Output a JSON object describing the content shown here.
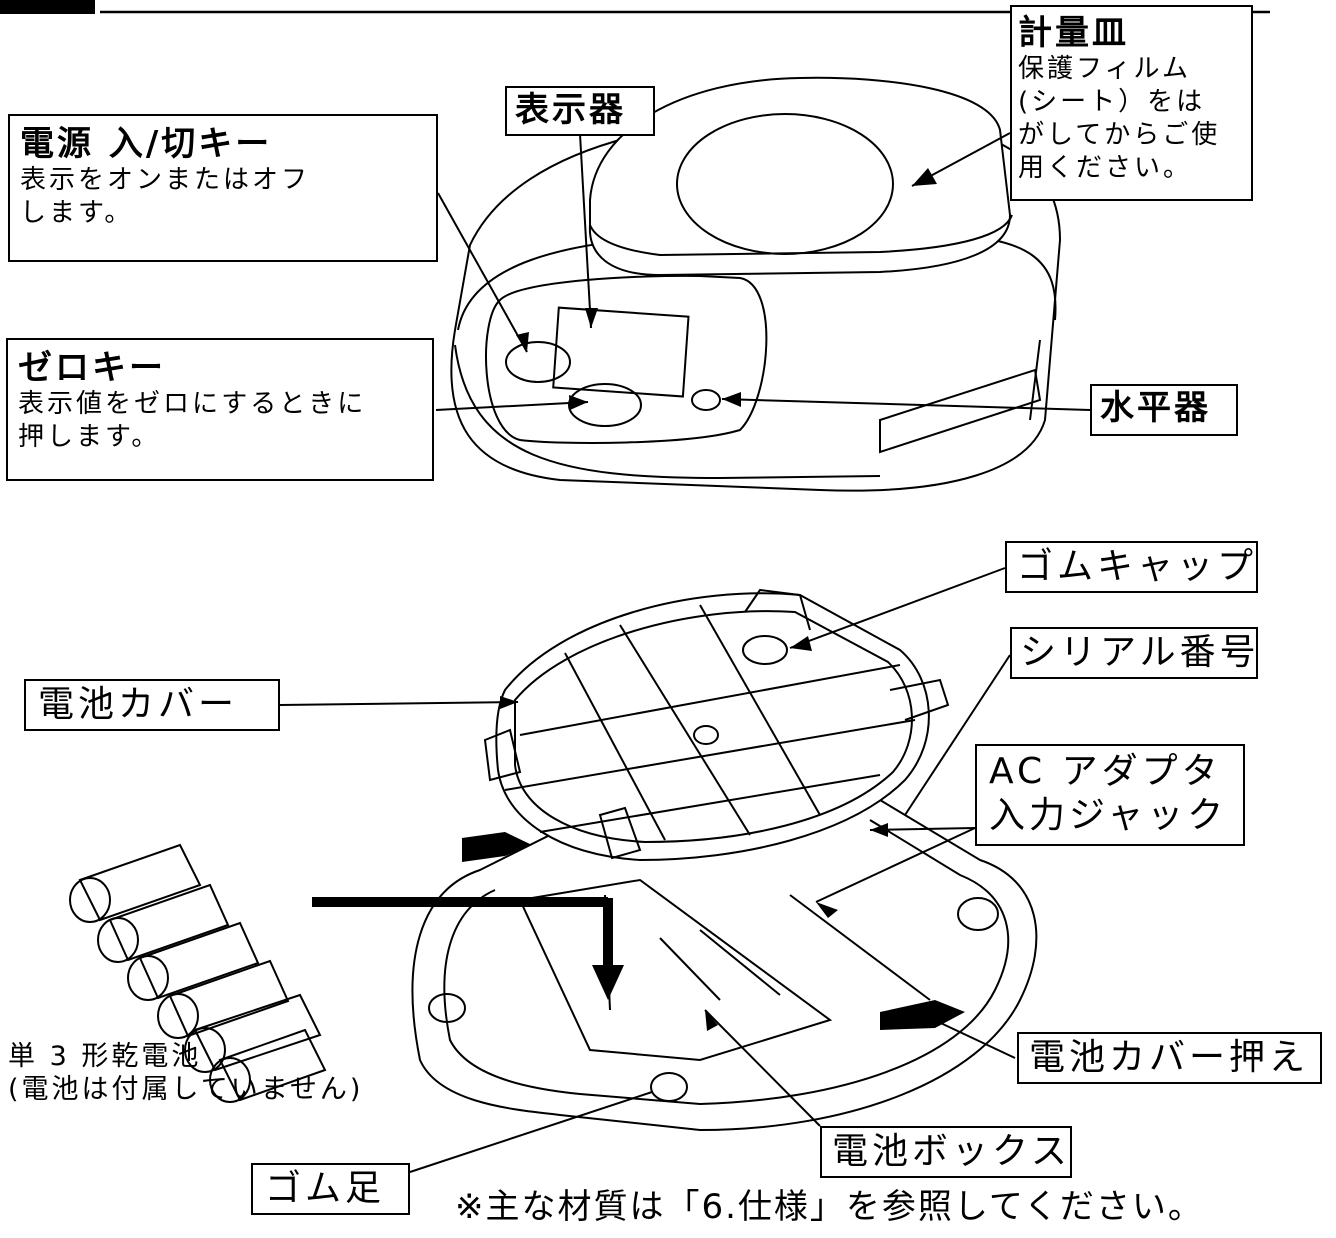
{
  "labels": {
    "keiryozara": {
      "title": "計量皿",
      "desc": [
        "保護フィルム",
        "(シート）をは",
        "がしてからご使",
        "用ください。"
      ]
    },
    "hyojiki": {
      "title": "表示器"
    },
    "power_key": {
      "title": "電源 入/切キー",
      "desc": [
        "表示をオンまたはオフ",
        "します。"
      ]
    },
    "zero_key": {
      "title": "ゼロキー",
      "desc": [
        "表示値をゼロにするときに",
        "押します。"
      ]
    },
    "suiheiki": {
      "title": "水平器"
    },
    "rubber_cap": "ゴムキャップ",
    "serial_number": "シリアル番号",
    "battery_cover": "電池カバー",
    "ac_adapter": [
      "AC アダプタ",
      "入力ジャック"
    ],
    "battery_type": [
      "単 3 形乾電池",
      "(電池は付属していません)"
    ],
    "battery_cover_holder": "電池カバー押え",
    "battery_box": "電池ボックス",
    "rubber_foot": "ゴム足",
    "note": "※主な材質は「6.仕様」を参照してください。"
  }
}
